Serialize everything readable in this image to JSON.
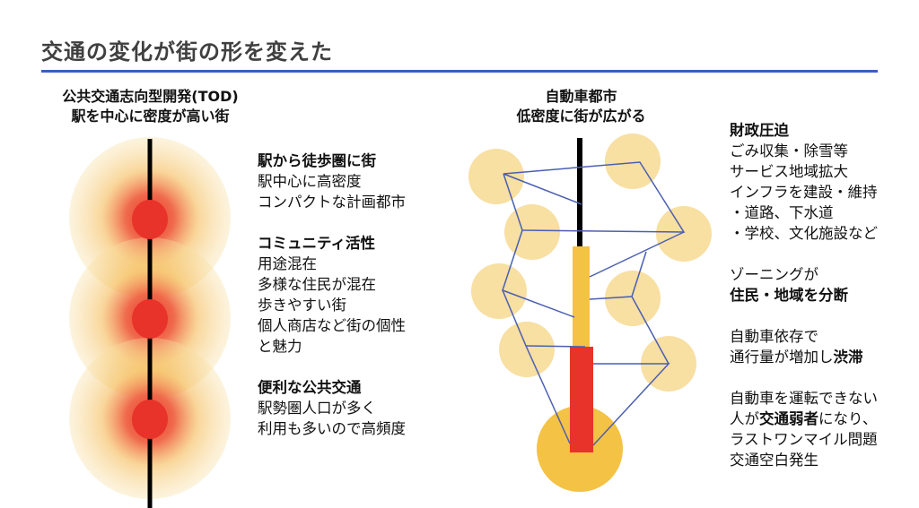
{
  "title": "交通の変化が街の形を変えた",
  "left": {
    "heading": [
      "公共交通志向型開発(TOD)",
      "駅を中心に密度が高い街"
    ],
    "blocks": [
      {
        "head": "駅から徒歩圏に街",
        "lines": [
          "駅中心に高密度",
          "コンパクトな計画都市"
        ]
      },
      {
        "head": "コミュニティ活性",
        "lines": [
          "用途混在",
          "多様な住民が混在",
          "歩きやすい街",
          "個人商店など街の個性",
          "と魅力"
        ]
      },
      {
        "head": "便利な公共交通",
        "lines": [
          "駅勢圏人口が多く",
          "利用も多いので高頻度"
        ]
      }
    ]
  },
  "right": {
    "heading": [
      "自動車都市",
      "低密度に街が広がる"
    ],
    "fiscal": {
      "head": "財政圧迫",
      "lines": [
        "ごみ収集・除雪等",
        "サービス地域拡大",
        "インフラを建設・維持",
        "・道路、下水道",
        "・学校、文化施設など"
      ]
    },
    "zoning": {
      "line": "ゾーニングが",
      "bold": "住民・地域を分断"
    },
    "congestion": {
      "line1": "自動車依存で",
      "line2": "通行量が増加し",
      "bold": "渋滞"
    },
    "weak": {
      "line1": "自動車を運転できない",
      "pre": "人が",
      "bold": "交通弱者",
      "post": "になり、",
      "line3": "ラストワンマイル問題",
      "line4": "交通空白発生"
    }
  },
  "colors": {
    "accent": "#3a5fc2",
    "red": "#e8332a",
    "yellow": "#f4c244",
    "pale": "#f8dfa2",
    "network": "#4a5fb0"
  }
}
